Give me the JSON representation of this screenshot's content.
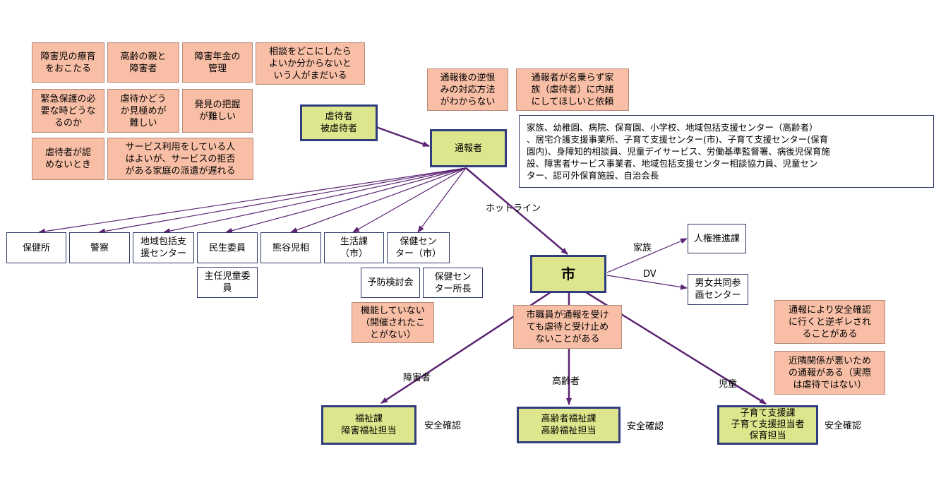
{
  "concerns_top_left": [
    "障害児の療育\nをおこたる",
    "高齢の親と\n障害者",
    "障害年金の\n管理",
    "相談をどこにしたら\nよいか分からないと\nいう人がまだいる",
    "緊急保護の必\n要な時どうな\nるのか",
    "虐待かどう\nか見極めが\n難しい",
    "発見の把握\nが難しい",
    "虐待者が認\nめないとき",
    "サービス利用をしている人\nはよいが、サービスの拒否\nがある家庭の派遣が遅れる"
  ],
  "concerns_reporter": [
    "通報後の逆恨\nみの対応方法\nがわからない",
    "通報者が名乗らず家\n族（虐待者）に内緒\nにしてほしいと依頼"
  ],
  "reporter_list": "家族、幼稚園、病院、保育園、小学校、地域包括支援センター（高齢者）\n、居宅介護支援事業所、子育て支援センター(市)、子育て支援センター(保育\n園内)、身障知的相談員、児童デイサービス、労働基準監督署、病後児保育施\n設、障害者サービス事業者、地域包括支援センター相談協力員、児童セン\nター、認可外保育施設、自治会長",
  "abuser": "虐待者\n被虐待者",
  "reporter": "通報者",
  "hotline": "ホットライン",
  "agencies": [
    "保健所",
    "警察",
    "地域包括支\n援センター",
    "民生委員",
    "熊谷児相",
    "生活課\n（市）",
    "保健セン\nター（市）"
  ],
  "sub_agencies": {
    "child_commissioner": "主任児童委\n員",
    "prevention_council": "予防検討会",
    "health_center_director": "保健セン\nター所長",
    "not_functioning": "機能していない\n（開催されたこ\nとがない）"
  },
  "city": "市",
  "city_issue": "市職員が通報を受け\nても虐待と受け止め\nないことがある",
  "city_links": {
    "family_label": "家族",
    "dv_label": "DV",
    "human_rights": "人権推進課",
    "gender_equality": "男女共同参\n画センター"
  },
  "right_concerns": [
    "通報により安全確認\nに行くと逆ギレされ\nることがある",
    "近隣関係が悪いため\nの通報がある（実際\nは虐待ではない）"
  ],
  "departments": [
    {
      "category": "障害者",
      "name": "福祉課\n障害福祉担当",
      "action": "安全確認"
    },
    {
      "category": "高齢者",
      "name": "高齢者福祉課\n高齢福祉担当",
      "action": "安全確認"
    },
    {
      "category": "児童",
      "name": "子育て支援課\n子育て支援担当者\n保育担当",
      "action": "安全確認"
    }
  ],
  "colors": {
    "concern_fill": "#f8bfa6",
    "node_fill": "#dde68c",
    "node_border": "#2f3c7e",
    "arrow": "#5b2372"
  }
}
